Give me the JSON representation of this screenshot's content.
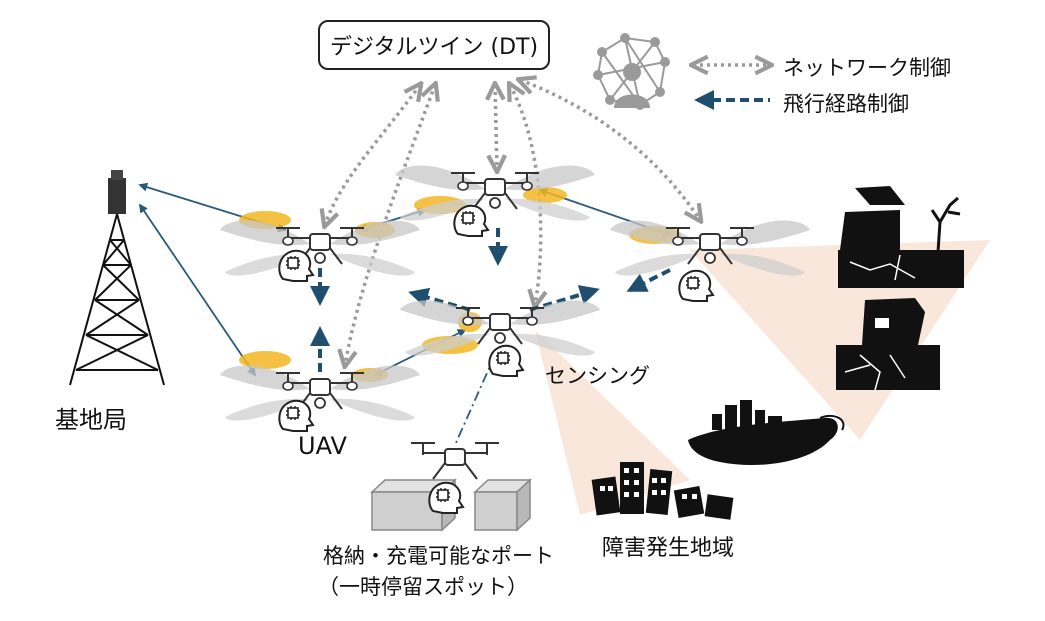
{
  "diagram": {
    "digital_twin": "デジタルツイン (DT)",
    "legend": {
      "network_control": "ネットワーク制御",
      "flight_path_control": "飛行経路制御"
    },
    "base_station": "基地局",
    "uav": "UAV",
    "sensing": "センシング",
    "port": {
      "line1": "格納・充電可能なポート",
      "line2": "（一時停留スポット）"
    },
    "disaster_area": "障害発生地域"
  },
  "colors": {
    "network_arrow": "#9a9a9a",
    "flight_arrow": "#1f4e6e",
    "link_arrow": "#2a5a7a",
    "propeller_glow": "#f2b622",
    "wing": "#c8c8c8",
    "sensing_cone": "#f8e3d6",
    "port_box": "#cfcfcf"
  }
}
